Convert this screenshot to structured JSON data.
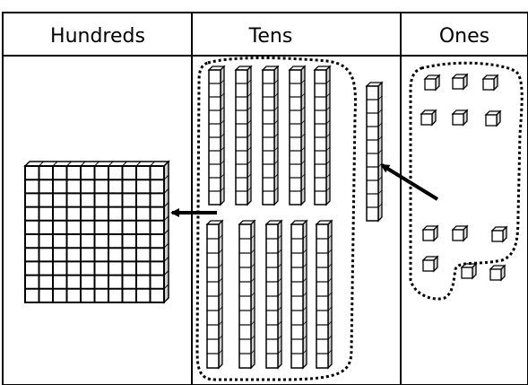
{
  "columns": [
    {
      "label": "Hundreds"
    },
    {
      "label": "Tens"
    },
    {
      "label": "Ones"
    }
  ],
  "diagram": {
    "hundreds_flat_count": 1,
    "tens_rods_left_group": 10,
    "tens_rod_right": 1,
    "ones_cubes_in_group": 10,
    "ones_cubes_outside_group": 2,
    "arrows": [
      {
        "from": "ones-group",
        "to": "single-tens-rod"
      },
      {
        "from": "tens-group",
        "to": "hundreds-flat"
      }
    ],
    "colors": {
      "line": "#000000",
      "cube_fill": "#ffffff"
    }
  }
}
